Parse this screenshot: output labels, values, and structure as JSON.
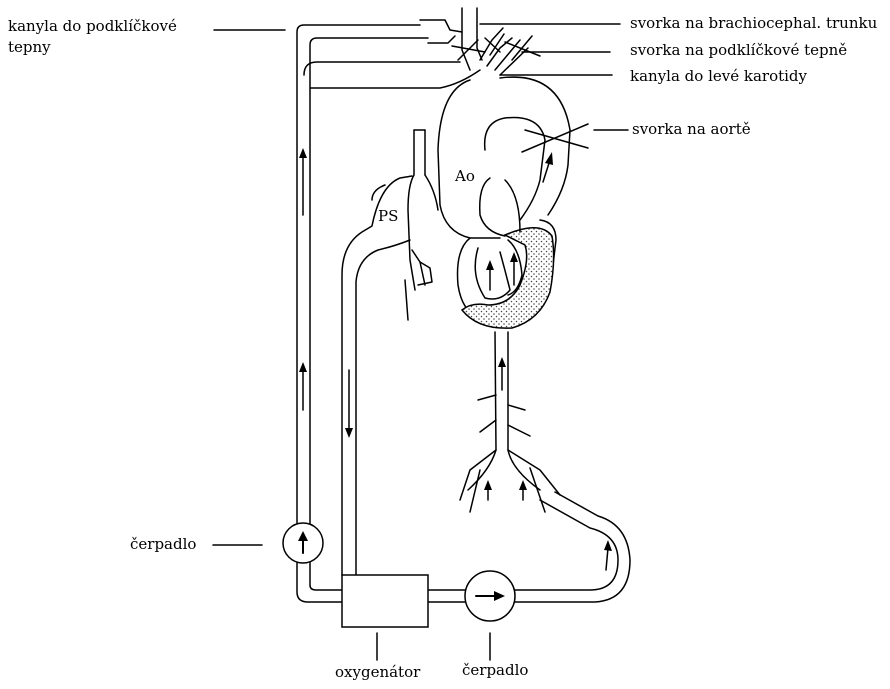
{
  "labels": {
    "subclavian_cannula_line1": "kanyla do podklíčkové",
    "subclavian_cannula_line2": "tepny",
    "clamp_brachiocephalic": "svorka na brachiocephal. trunku",
    "clamp_subclavian": "svorka na podklíčkové tepně",
    "cannula_left_carotid": "kanyla do levé karotidy",
    "clamp_aorta": "svorka na aortě",
    "aorta": "Ao",
    "pulmonary_trunk": "PS",
    "pump_left": "čerpadlo",
    "pump_bottom": "čerpadlo",
    "oxygenator": "oxygenátor"
  },
  "icons": {
    "pump_left_arrow": "up-arrow",
    "pump_bottom_arrow": "right-arrow"
  }
}
